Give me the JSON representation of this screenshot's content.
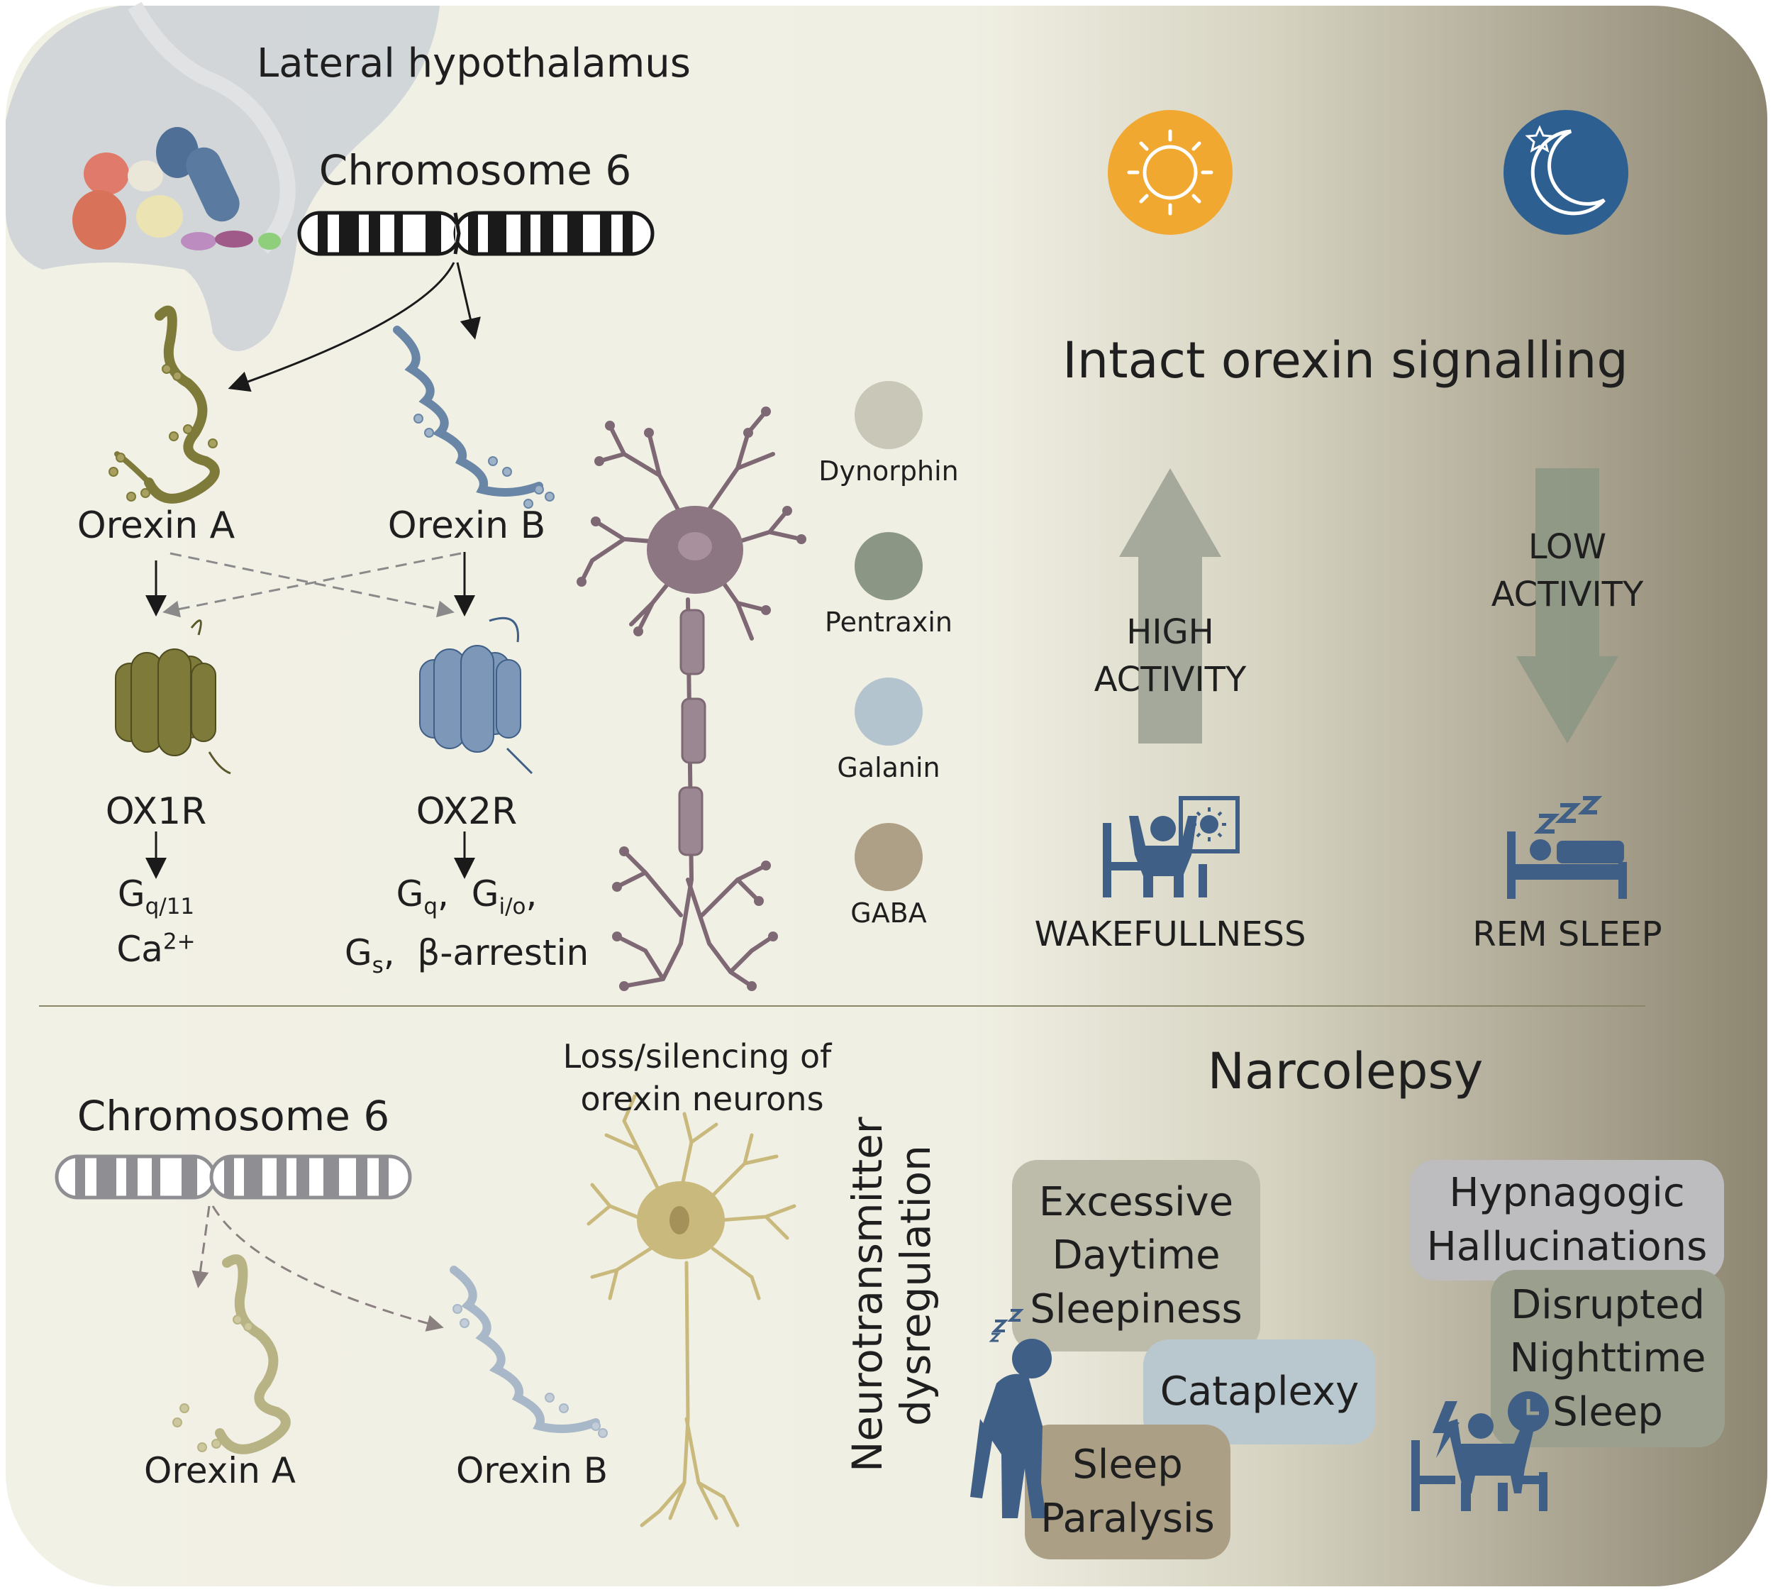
{
  "top": {
    "region_label": "Lateral hypothalamus",
    "chromosome_label": "Chromosome 6",
    "peptides": [
      "Orexin A",
      "Orexin B"
    ],
    "receptors": [
      "OX1R",
      "OX2R"
    ],
    "ox1r_signal": {
      "g": "G",
      "g_sub": "q/11",
      "ca": "Ca",
      "ca_sup": "2+"
    },
    "ox2r_signal": {
      "gq": "G",
      "gq_sub": "q",
      "gio": "G",
      "gio_sub": "i/o",
      "gs": "G",
      "gs_sub": "s",
      "arrestin": "β-arrestin"
    },
    "cotransmitters": [
      "Dynorphin",
      "Pentraxin",
      "Galanin",
      "GABA"
    ],
    "title": "Intact orexin signalling",
    "high_activity": "HIGH ACTIVITY",
    "low_activity": "LOW ACTIVITY",
    "wake_label": "WAKEFULLNESS",
    "rem_label": "REM SLEEP"
  },
  "bottom": {
    "chromosome_label": "Chromosome 6",
    "loss_label_line1": "Loss/silencing of",
    "loss_label_line2": "orexin neurons",
    "peptides": [
      "Orexin A",
      "Orexin B"
    ],
    "vertical_label_line1": "Neurotransmitter",
    "vertical_label_line2": "dysregulation",
    "title": "Narcolepsy",
    "symptoms": {
      "eds": "Excessive Daytime Sleepiness",
      "cataplexy": "Cataplexy",
      "paralysis": "Sleep Paralysis",
      "hallucinations": "Hypnagogic Hallucinations",
      "disrupted": "Disrupted Nighttime Sleep"
    }
  },
  "colors": {
    "panel_light": "#f2f1e6",
    "panel_dark": "#8d8671",
    "orexin_a": "#7d7a3a",
    "orexin_b": "#6a86a6",
    "neuron": "#7d6874",
    "faded_neuron": "#c9b97c",
    "sun": "#f0a830",
    "moon": "#2d5f91",
    "icon_blue": "#3f5f86"
  }
}
